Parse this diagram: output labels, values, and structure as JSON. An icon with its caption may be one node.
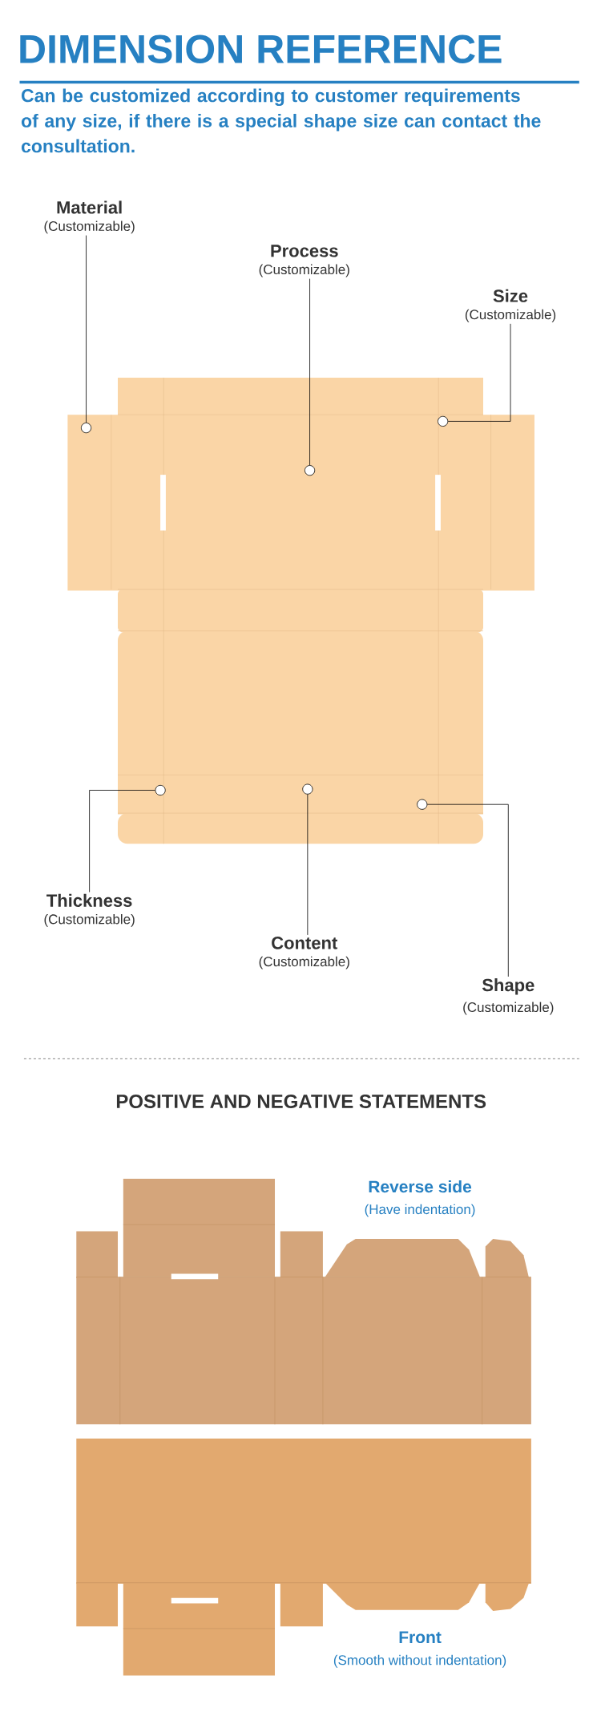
{
  "diagram": {
    "title": "DIMENSION REFERENCE",
    "nodes": [
      {
        "text": [
          "Material",
          "(Customizable)"
        ]
      },
      {
        "text": [
          "Process",
          "(Customizable)"
        ]
      },
      {
        "text": [
          "Size",
          "(Customizable)"
        ]
      },
      {
        "text": [],
        "shape": "circle"
      },
      {
        "text": [],
        "shape": "circle"
      },
      {
        "text": [],
        "shape": "circle"
      },
      {
        "text": [],
        "shape": "circle"
      },
      {
        "text": [],
        "shape": "circle"
      },
      {
        "text": [],
        "shape": "circle"
      },
      {
        "text": [
          "Thickness",
          "(Customizable)"
        ]
      },
      {
        "text": [
          "Content",
          "(Customizable)"
        ]
      },
      {
        "text": [
          "Shape",
          "(Customizable)"
        ]
      }
    ],
    "edges": [
      {
        "from": 0,
        "to": 3,
        "arrow": "none"
      },
      {
        "from": 1,
        "to": 5,
        "arrow": "none"
      },
      {
        "from": 2,
        "to": 4,
        "arrow": "none"
      },
      {
        "from": 9,
        "to": 6,
        "arrow": "none"
      },
      {
        "from": 10,
        "to": 7,
        "arrow": "none"
      },
      {
        "from": 11,
        "to": 8,
        "arrow": "none"
      }
    ],
    "labels": [
      "Can be customized according to customer requirements of any size, if there is a special shape size can contact the consultation.",
      "POSITIVE AND NEGATIVE STATEMENTS",
      "Reverse side",
      "(Have indentation)",
      "Front",
      "(Smooth without indentation)"
    ]
  }
}
